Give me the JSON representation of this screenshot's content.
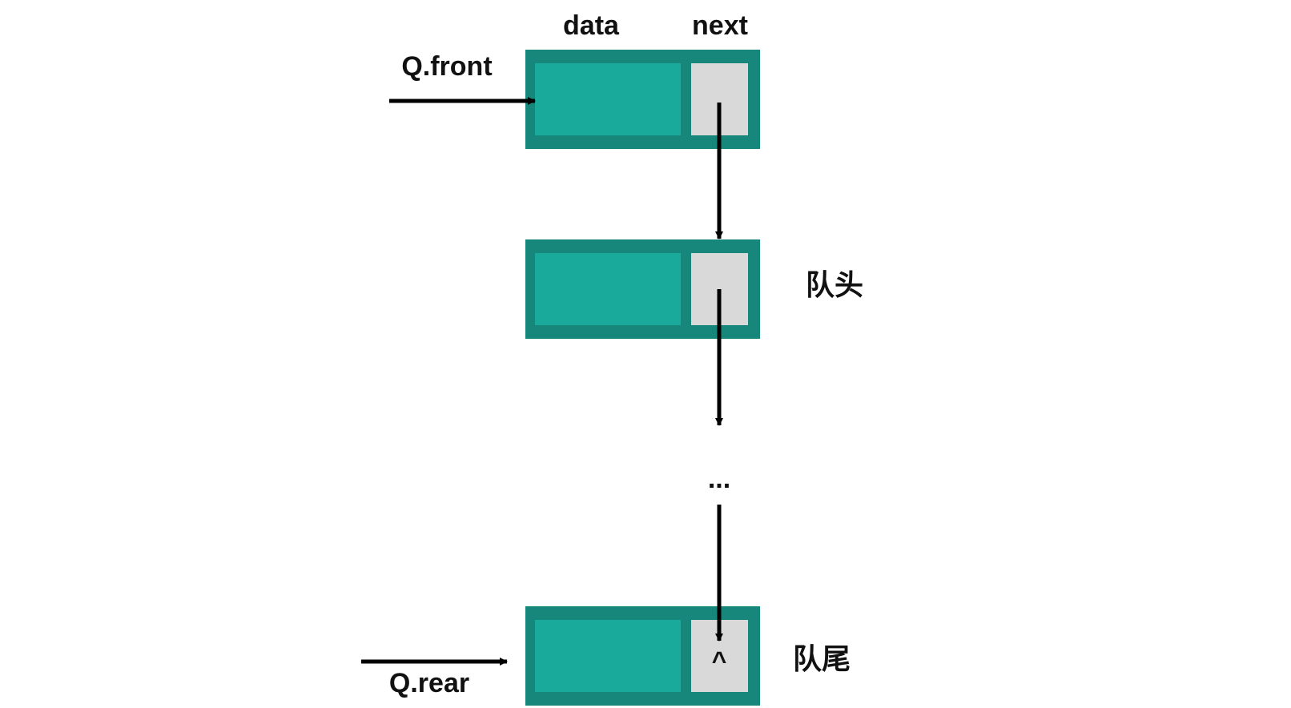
{
  "column_headers": {
    "data": "data",
    "next": "next"
  },
  "pointers": {
    "front": "Q.front",
    "rear": "Q.rear"
  },
  "node_labels": {
    "head": "队头",
    "tail": "队尾"
  },
  "ellipsis": "...",
  "null_marker": "^",
  "colors": {
    "node_border": "#17877c",
    "data_fill": "#1aaa9c",
    "next_fill": "#d9d9d9",
    "arrow": "#000000",
    "text": "#111111"
  }
}
